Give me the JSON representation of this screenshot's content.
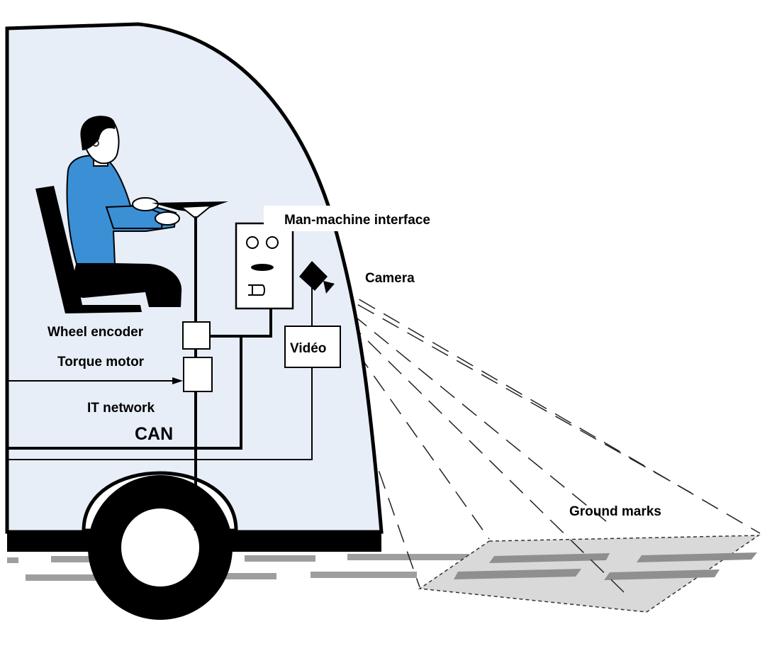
{
  "diagram": {
    "labels": {
      "man_machine_interface": "Man-machine interface",
      "camera": "Camera",
      "wheel_encoder": "Wheel encoder",
      "torque_motor": "Torque motor",
      "it_network": "IT network",
      "can": "CAN",
      "video": "Vidéo",
      "ground_marks": "Ground marks"
    },
    "icons": {
      "driver": "driver-person-icon",
      "seat": "seat-icon",
      "steering_wheel": "steering-wheel-icon",
      "camera": "camera-icon",
      "hmi_panel": "man-machine-interface-panel-icon",
      "wheel": "wheel-icon"
    },
    "colors": {
      "vehicle_body": "#e8eef8",
      "driver_shirt": "#3b8fd4",
      "ground_mark": "#9e9e9e",
      "ground_marks_area": "#d9d9d9",
      "outline": "#000000"
    }
  }
}
